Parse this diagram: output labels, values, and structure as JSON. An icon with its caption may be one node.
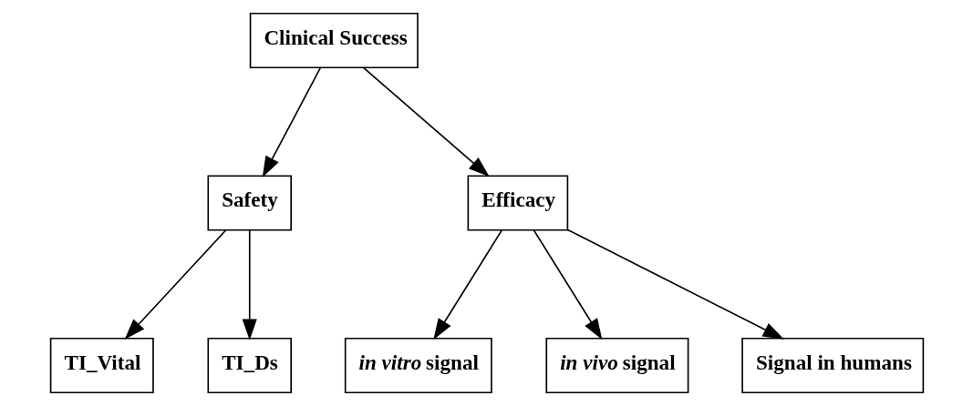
{
  "diagram": {
    "nodes": [
      {
        "text": [
          "Clinical Success"
        ]
      },
      {
        "text": [
          "Safety"
        ]
      },
      {
        "text": [
          "Efficacy"
        ]
      },
      {
        "text": [
          "TI_Vital"
        ]
      },
      {
        "text": [
          "TI_Ds"
        ]
      },
      {
        "text": [
          "*in vitro* signal"
        ]
      },
      {
        "text": [
          "*in vivo* signal"
        ]
      },
      {
        "text": [
          "Signal in humans"
        ]
      }
    ],
    "edges": [
      {
        "from": 0,
        "to": 1,
        "arrow": "to"
      },
      {
        "from": 0,
        "to": 2,
        "arrow": "to"
      },
      {
        "from": 1,
        "to": 3,
        "arrow": "to"
      },
      {
        "from": 1,
        "to": 4,
        "arrow": "to"
      },
      {
        "from": 2,
        "to": 5,
        "arrow": "to"
      },
      {
        "from": 2,
        "to": 6,
        "arrow": "to"
      },
      {
        "from": 2,
        "to": 7,
        "arrow": "to"
      }
    ]
  }
}
